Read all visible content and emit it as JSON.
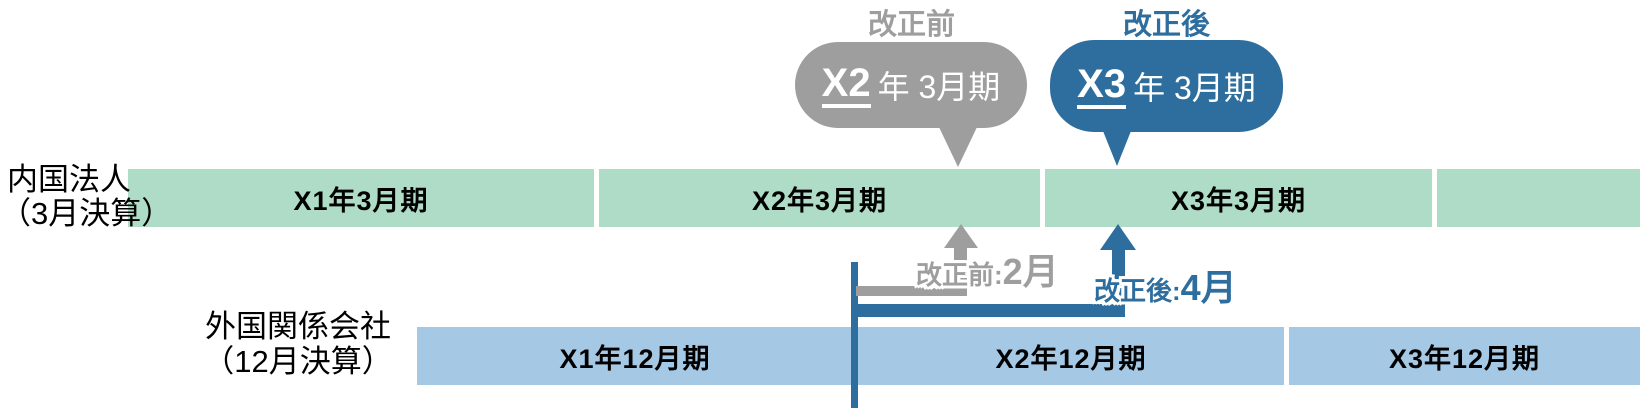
{
  "colors": {
    "mint_green": "#aedcc6",
    "light_blue": "#a5c8e4",
    "steel_blue": "#2e6e9e",
    "gray": "#9e9e9e",
    "label_text": "#000000",
    "bubble_text": "#ffffff"
  },
  "bubbles": {
    "before": {
      "title": "改正前",
      "year": "X2",
      "rest": "年 3月期"
    },
    "after": {
      "title": "改正後",
      "year": "X3",
      "rest": "年 3月期"
    }
  },
  "timelines": {
    "domestic": {
      "label_line1": "内国法人",
      "label_line2": "（3月決算）",
      "segments": [
        "X1年3月期",
        "X2年3月期",
        "X3年3月期",
        ""
      ]
    },
    "foreign": {
      "label_line1": "外国関係会社",
      "label_line2": "（12月決算）",
      "segments": [
        "X1年12月期",
        "X2年12月期",
        "X3年12月期"
      ]
    }
  },
  "annotations": {
    "before": {
      "prefix": "改正前:",
      "value": "2月"
    },
    "after": {
      "prefix": "改正後:",
      "value": "4月"
    }
  }
}
